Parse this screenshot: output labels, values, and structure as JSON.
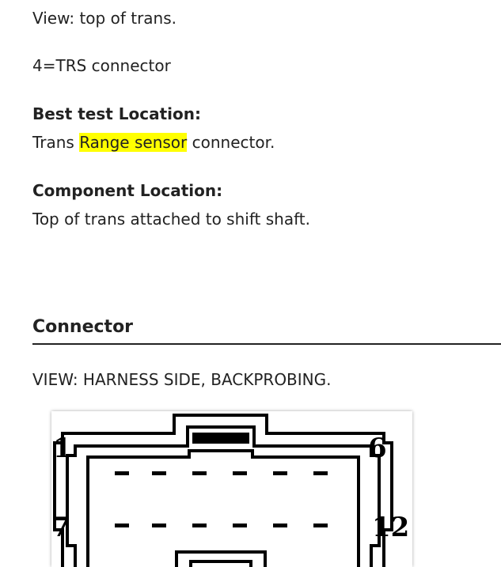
{
  "view_top": "View: top of trans.",
  "pin_note": "4=TRS connector",
  "best_test": {
    "heading": "Best test Location:",
    "text_before": "Trans ",
    "text_highlight": "Range sensor",
    "text_after": " connector."
  },
  "component": {
    "heading": "Component Location:",
    "text": "Top of trans attached to shift shaft."
  },
  "connector": {
    "heading": "Connector",
    "view_text": "VIEW: HARNESS SIDE, BACKPROBING.",
    "pins": {
      "top_left": "1",
      "top_right": "6",
      "bottom_left": "7",
      "bottom_right": "12"
    }
  },
  "colors": {
    "highlight": "#ffff00",
    "text": "#222222"
  }
}
